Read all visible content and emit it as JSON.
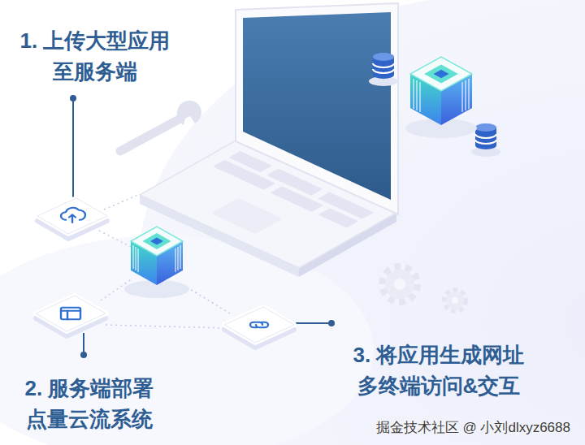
{
  "diagram": {
    "nodes": [
      {
        "text": [
          "1. 上传大型应用 至服务端"
        ]
      },
      {
        "text": [
          "2. 服务端部署 点量云流系统"
        ]
      },
      {
        "text": [
          "3. 将应用生成网址 多终端访问&交互"
        ]
      }
    ],
    "labels": [
      "掘金技术社区 @ 小刘dlxyz6688"
    ]
  }
}
